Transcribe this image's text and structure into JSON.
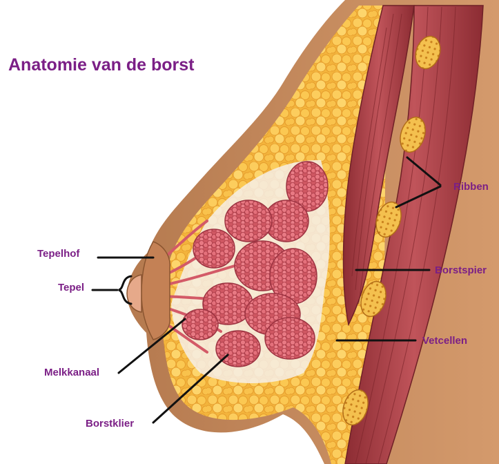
{
  "title": "Anatomie van de borst",
  "colors": {
    "label_text": "#7b1f86",
    "skin": "#c58a5d",
    "skin_light": "#e7bb92",
    "fat": "#f5b63c",
    "fat_highlight": "#fdd46e",
    "gland": "#d8616c",
    "gland_dark": "#b84450",
    "muscle": "#b6454a",
    "muscle_dark": "#8a2d33",
    "rib": "#f3bb45",
    "leader_line": "#111111"
  },
  "labels": {
    "tepelhof": "Tepelhof",
    "tepel": "Tepel",
    "melkkanaal": "Melkkanaal",
    "borstklier": "Borstklier",
    "ribben": "Ribben",
    "borstspier": "Borstspier",
    "vetcellen": "Vetcellen"
  }
}
